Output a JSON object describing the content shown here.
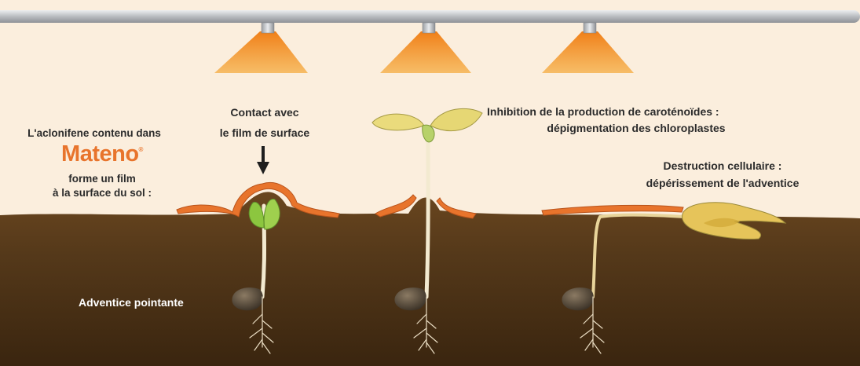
{
  "labels": {
    "intro_top": "L'aclonifene contenu dans",
    "brand_name": "Mateno",
    "brand_mark": "®",
    "intro_line2": "forme un film",
    "intro_line3": "à la surface du sol :",
    "contact_line1": "Contact avec",
    "contact_line2": "le film de surface",
    "inhibition_line1": "Inhibition de la production de caroténoïdes :",
    "inhibition_line2": "dépigmentation des chloroplastes",
    "destruction_line1": "Destruction cellulaire :",
    "destruction_line2": "dépérissement de l'adventice",
    "weed": "Adventice pointante"
  },
  "colors": {
    "sky": "#fbeedd",
    "soil_top": "#5f3f1c",
    "soil_bottom": "#3d2710",
    "film": "#e8742c",
    "film_edge": "#b9541c",
    "light_cone": "#f2972e",
    "green_leaf": "#8cc63f",
    "yellow_leaf": "#eadb7c",
    "wilted_leaf": "#e6c45a",
    "stem": "#f3ead0",
    "pipe": "#c9ccd0",
    "text": "#2b2b2b",
    "brand": "#e8742c"
  },
  "icons": [
    "spray-nozzle-icon",
    "arrow-down-icon",
    "seed-icon",
    "root-icon"
  ]
}
